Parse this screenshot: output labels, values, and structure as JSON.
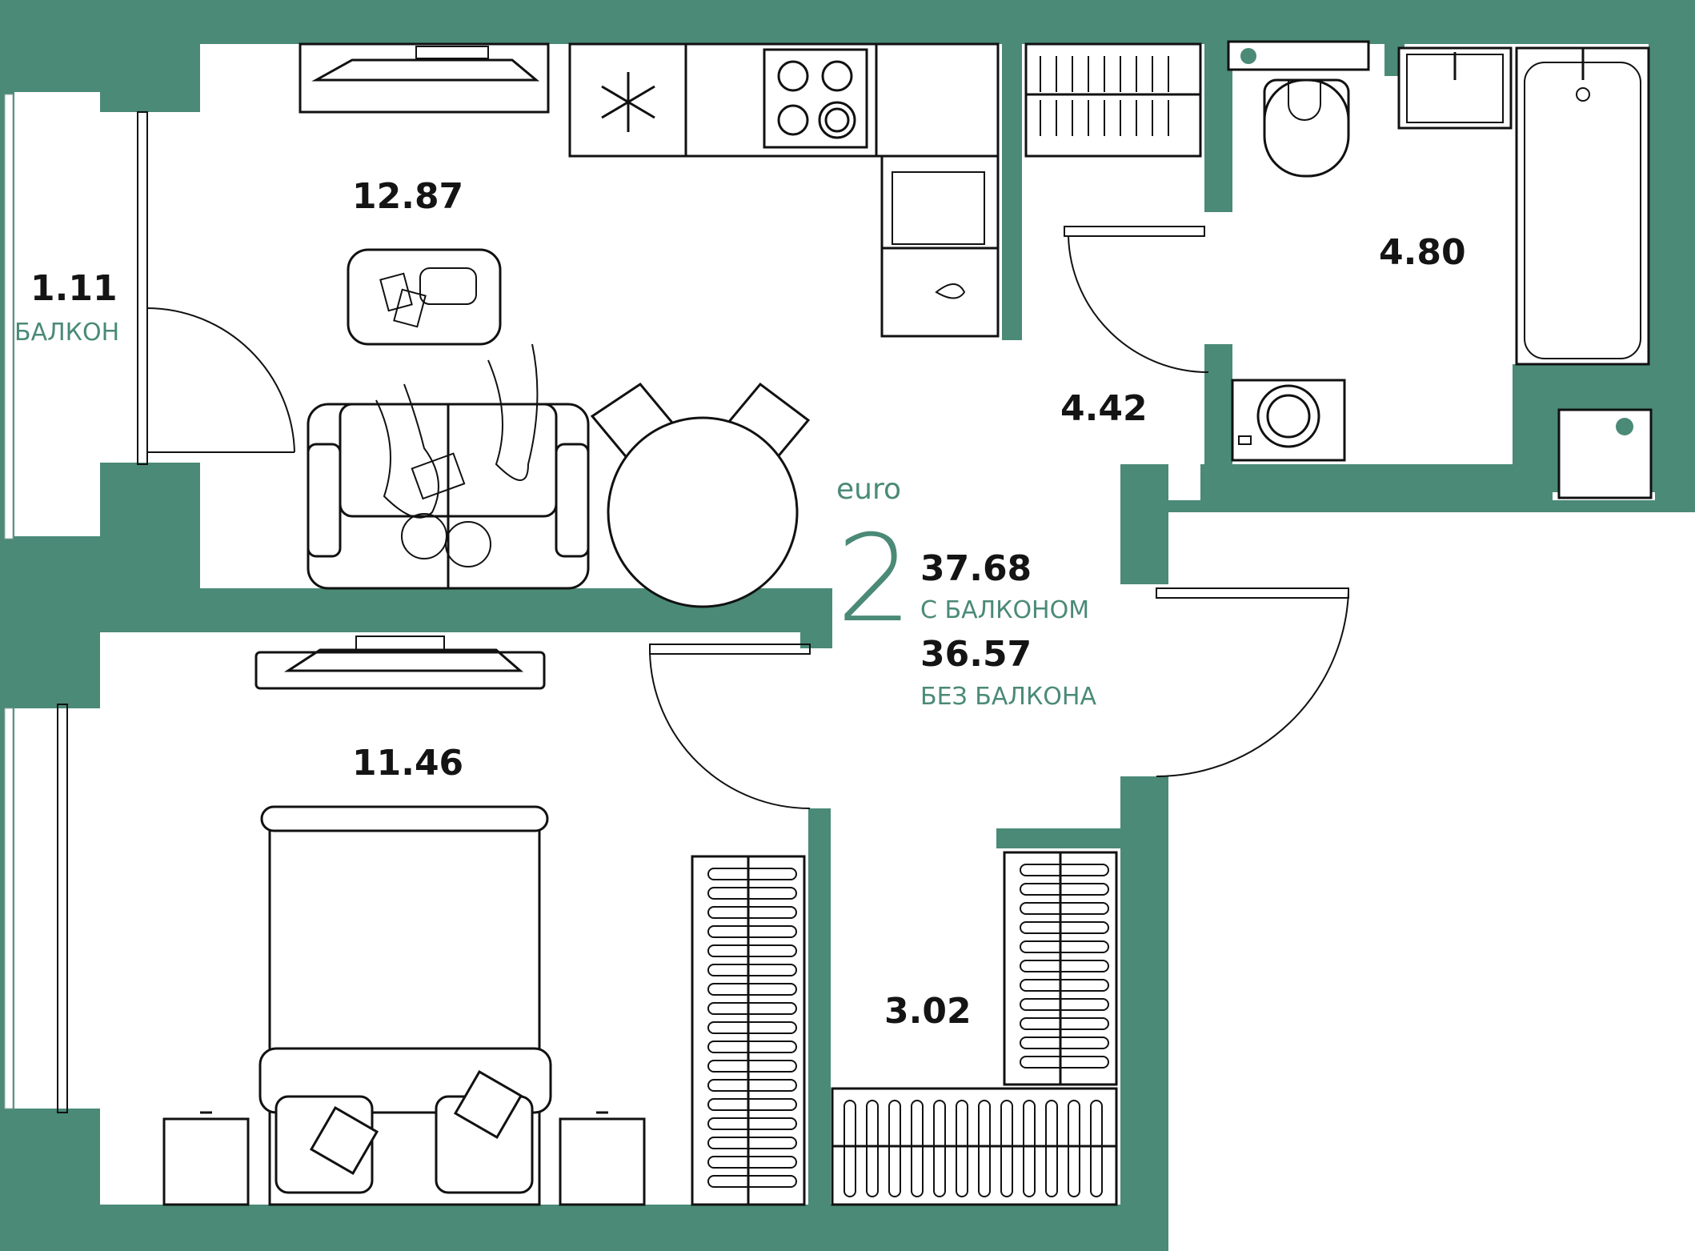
{
  "colors": {
    "wall": "#4a8a77",
    "accent": "#4a8a77",
    "text": "#141414",
    "background": "#ffffff"
  },
  "rooms": {
    "living": {
      "area": "12.87"
    },
    "bedroom": {
      "area": "11.46"
    },
    "balcony": {
      "area": "1.11",
      "label": "БАЛКОН"
    },
    "bathroom": {
      "area": "4.80"
    },
    "hall": {
      "area": "4.42"
    },
    "corridor": {
      "area": "3.02"
    }
  },
  "summary": {
    "type_label": "euro",
    "rooms_count": "2",
    "total_with_balcony": "37.68",
    "with_balcony_label": "С БАЛКОНОМ",
    "total_without_balcony": "36.57",
    "without_balcony_label": "БЕЗ БАЛКОНА"
  },
  "icons": [
    "fridge-snowflake-icon",
    "stove-icon",
    "sink-icon",
    "toilet-icon",
    "bathtub-icon",
    "washing-machine-icon",
    "sofa-icon",
    "bed-icon",
    "dining-table-icon",
    "tv-icon",
    "wardrobe-icon"
  ]
}
